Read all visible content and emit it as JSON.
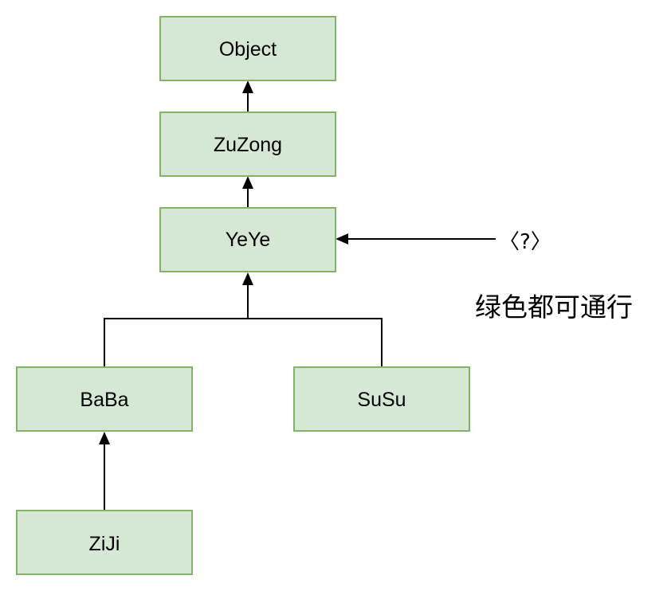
{
  "nodes": {
    "object": "Object",
    "zuzong": "ZuZong",
    "yeye": "YeYe",
    "baba": "BaBa",
    "susu": "SuSu",
    "ziji": "ZiJi"
  },
  "annotations": {
    "wildcard": "〈?〉",
    "note": "绿色都可通行"
  },
  "colors": {
    "node_fill": "#d5e8d4",
    "node_stroke": "#82b366",
    "edge": "#000000"
  }
}
